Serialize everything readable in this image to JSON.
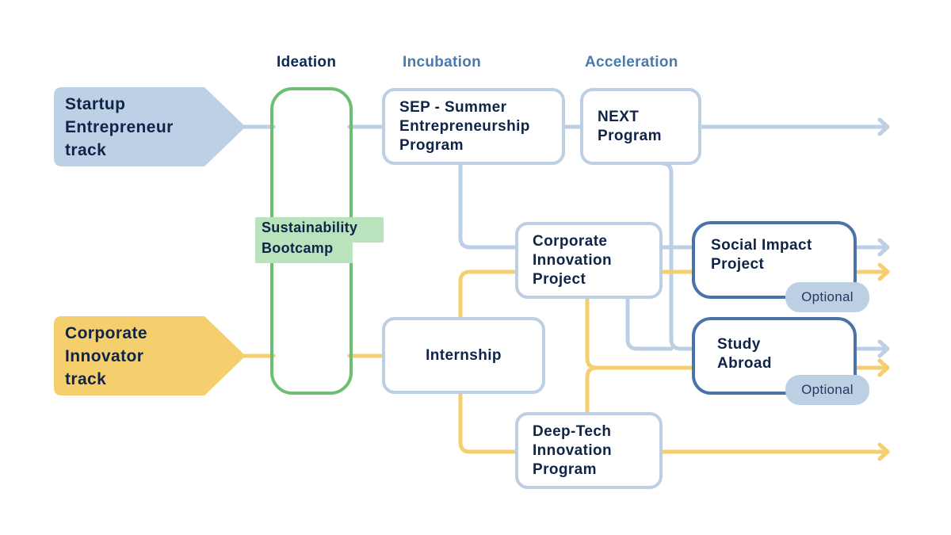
{
  "colors": {
    "blue_line": "#bccfe3",
    "yellow_line": "#f5cf6e",
    "green_outline": "#6dbe72",
    "green_fill": "#b9e3bd",
    "startup_fill": "#bcd1e6",
    "corporate_fill": "#f5cf6e",
    "dark_outline": "#4a73a8",
    "text_dark": "#0f2447",
    "phase_blue": "#4a79ad"
  },
  "phases": {
    "ideation": "Ideation",
    "incubation": "Incubation",
    "acceleration": "Acceleration"
  },
  "tracks": {
    "startup": [
      "Startup",
      "Entrepreneur",
      "track"
    ],
    "corporate": [
      "Corporate",
      "Innovator",
      "track"
    ]
  },
  "bootcamp": [
    "Sustainability",
    "Bootcamp"
  ],
  "programs": {
    "sep": [
      "SEP - Summer",
      "Entrepreneurship",
      "Program"
    ],
    "next": [
      "NEXT",
      "Program"
    ],
    "cip": [
      "Corporate",
      "Innovation",
      "Project"
    ],
    "internship": [
      "Internship"
    ],
    "deeptech": [
      "Deep-Tech",
      "Innovation",
      "Program"
    ],
    "social": [
      "Social Impact",
      "Project"
    ],
    "study": [
      "Study",
      "Abroad"
    ]
  },
  "badges": {
    "social_optional": "Optional",
    "study_optional": "Optional"
  }
}
